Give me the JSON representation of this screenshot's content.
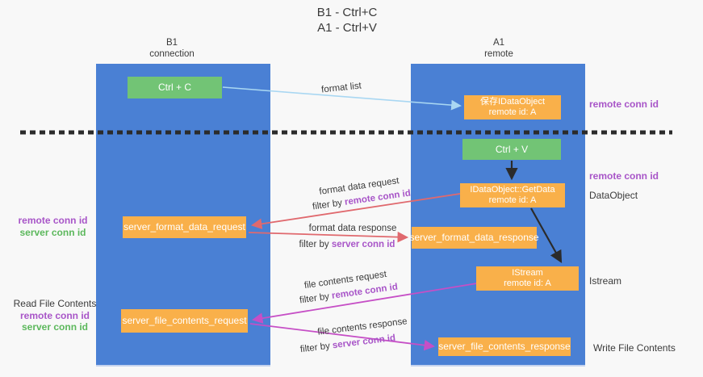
{
  "title": {
    "line1": "B1 - Ctrl+C",
    "line2": "A1 - Ctrl+V"
  },
  "columns": {
    "left": {
      "header_line1": "B1",
      "header_line2": "connection"
    },
    "right": {
      "header_line1": "A1",
      "header_line2": "remote"
    }
  },
  "boxes": {
    "ctrl_c": {
      "label": "Ctrl + C"
    },
    "ctrl_v": {
      "label": "Ctrl + V"
    },
    "save_idataobject": {
      "line1": "保存IDataObject",
      "line2": "remote id: A"
    },
    "getdata": {
      "line1": "IDataObject::GetData",
      "line2": "remote id: A"
    },
    "istream": {
      "line1": "IStream",
      "line2": "remote id: A"
    },
    "format_request": {
      "label": "server_format_data_request"
    },
    "format_response": {
      "label": "server_format_data_response"
    },
    "file_request": {
      "label": "server_file_contents_request"
    },
    "file_response": {
      "label": "server_file_contents_response"
    }
  },
  "side_labels": {
    "right_remote_conn_id_top": "remote conn id",
    "right_remote_conn_id_mid": "remote conn id",
    "right_dataobject": "DataObject",
    "right_istream": "Istream",
    "right_write_file_contents": "Write File Contents",
    "left_group1": {
      "remote": "remote conn id",
      "server": "server conn id"
    },
    "left_group2": {
      "title": "Read File Contents",
      "remote": "remote conn id",
      "server": "server conn id"
    }
  },
  "arrow_labels": {
    "format_list": "format list",
    "format_data_request": "format data request",
    "format_data_request_filter_prefix": "filter by ",
    "format_data_request_filter_id": "remote conn id",
    "format_data_response": "format data response",
    "format_data_response_filter_prefix": "filter by ",
    "format_data_response_filter_id": "server conn id",
    "file_contents_request": "file contents request",
    "file_contents_request_filter_prefix": "filter by ",
    "file_contents_request_filter_id": "remote conn id",
    "file_contents_response": "file contents response",
    "file_contents_response_filter_prefix": "filter by ",
    "file_contents_response_filter_id": "server conn id"
  },
  "colors": {
    "column_blue": "#4a80d4",
    "box_green": "#72c475",
    "box_orange": "#f9b04a",
    "text_purple": "#a855c8",
    "text_green": "#5cb85c",
    "arrow_red": "#e0696e",
    "arrow_magenta": "#c64fc6",
    "arrow_light_blue": "#a9d7f2",
    "arrow_black": "#2b2b2b"
  }
}
